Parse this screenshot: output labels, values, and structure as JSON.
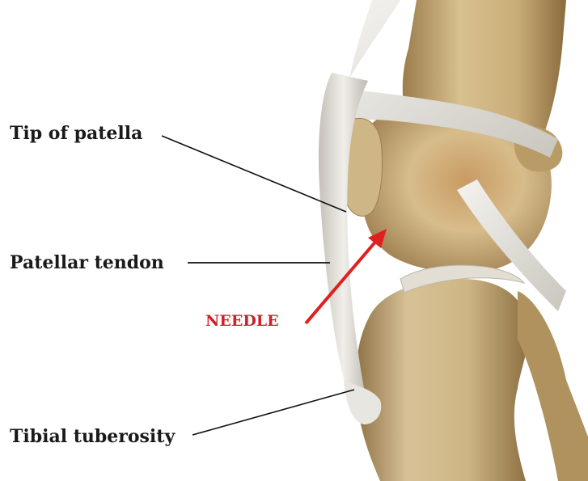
{
  "labels": {
    "tip_of_patella": "Tip of patella",
    "patellar_tendon": "Patellar tendon",
    "needle": "NEEDLE",
    "tibial_tuberosity": "Tibial tuberosity"
  },
  "colors": {
    "bone": "#d9c49a",
    "bone_shadow": "#a8895a",
    "tendon": "#e6e4df",
    "tendon_shadow": "#b8b4ac",
    "cartilage": "#ddd8cc",
    "needle_arrow": "#e0201e",
    "needle_text": "#d0202a",
    "leader_line": "#111111"
  }
}
